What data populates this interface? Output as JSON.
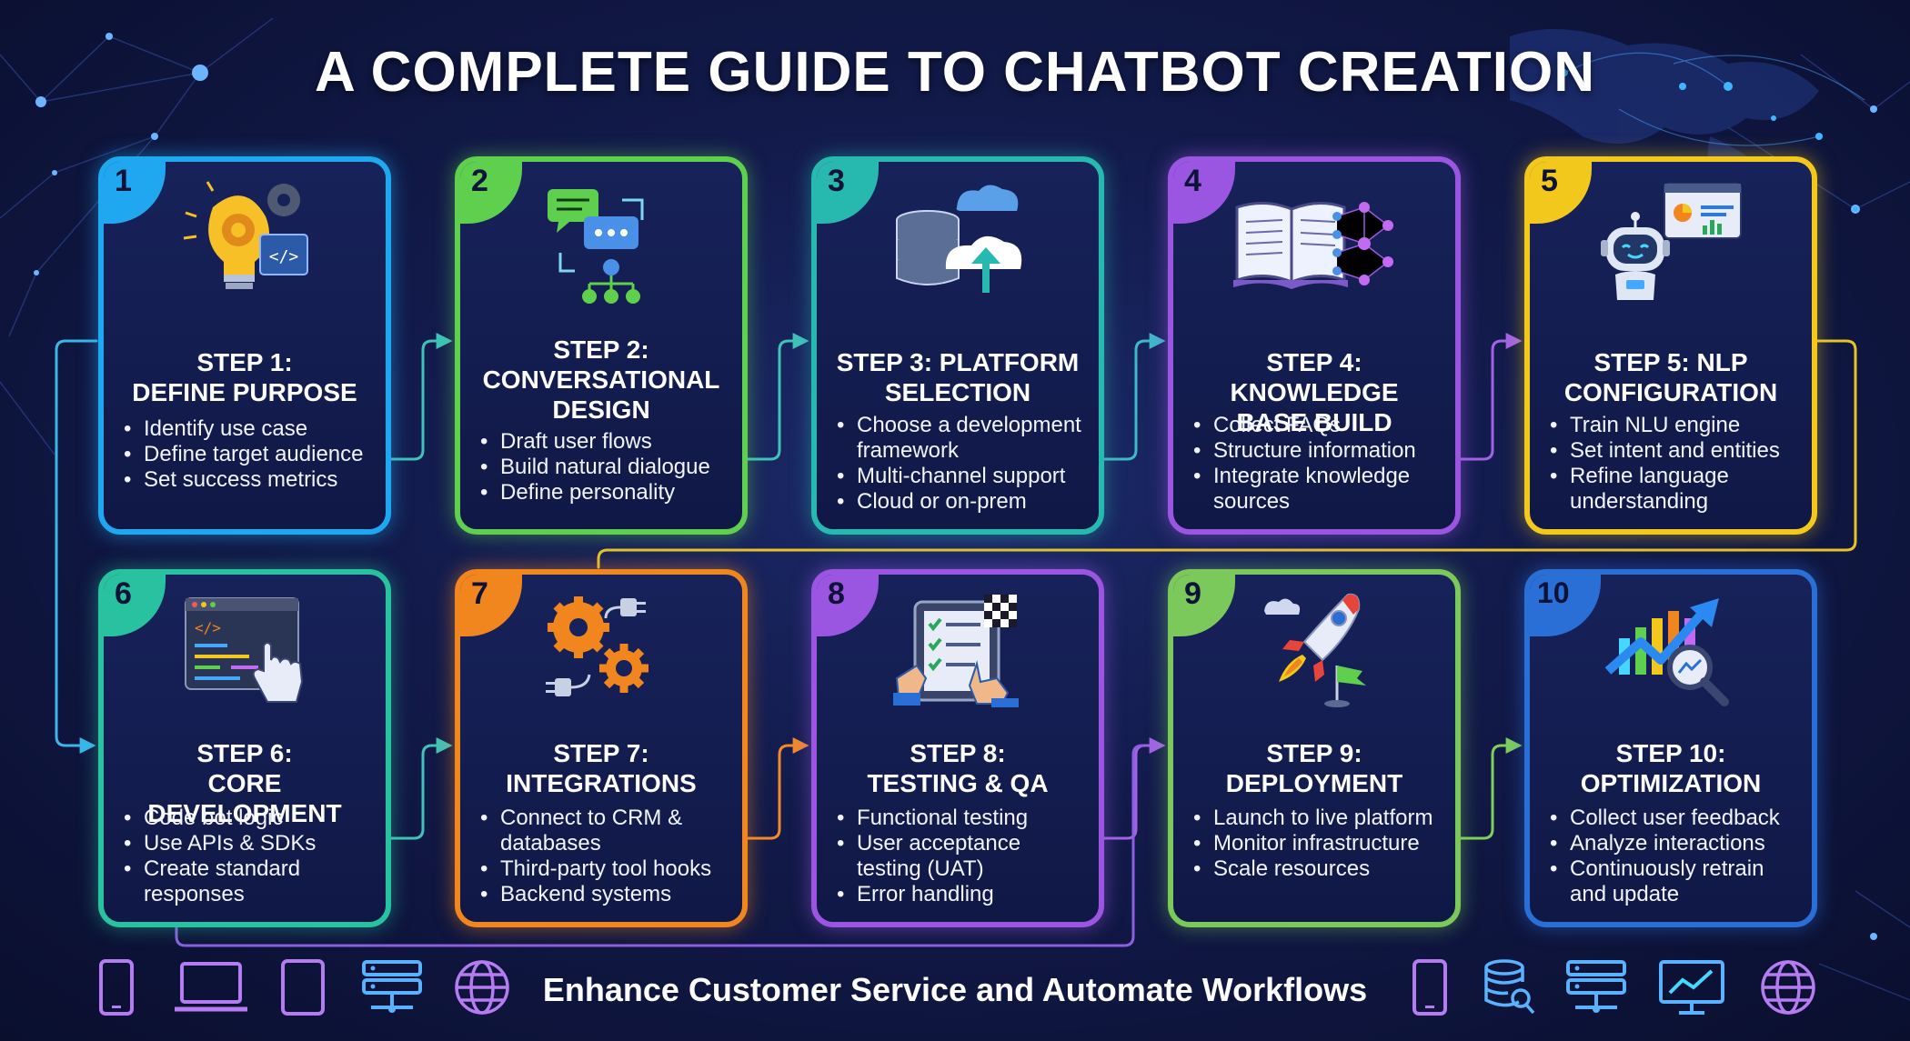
{
  "title": "A COMPLETE GUIDE TO CHATBOT CREATION",
  "footer": "Enhance Customer Service and Automate Workflows",
  "colors": {
    "step1": "#1fa8f0",
    "step2": "#5fcf4e",
    "step3": "#27b8b0",
    "step4": "#9a56e0",
    "step5": "#f2c81c",
    "step6": "#28c2a0",
    "step7": "#f2861e",
    "step8": "#9a56e0",
    "step9": "#7ac95a",
    "step10": "#2a6fd6"
  },
  "steps": [
    {
      "number": "1",
      "title": "STEP 1:\nDEFINE PURPOSE",
      "icon": "lightbulb-gear-code-icon",
      "bullets": [
        "Identify use case",
        "Define target audience",
        "Set success metrics"
      ]
    },
    {
      "number": "2",
      "title": "STEP 2:\nCONVERSATIONAL\nDESIGN",
      "icon": "chat-flow-icon",
      "bullets": [
        "Draft user flows",
        "Build natural dialogue",
        "Define personality"
      ]
    },
    {
      "number": "3",
      "title": "STEP 3: PLATFORM\nSELECTION",
      "icon": "database-cloud-upload-icon",
      "bullets": [
        "Choose a development framework",
        "Multi-channel support",
        "Cloud or on-prem"
      ]
    },
    {
      "number": "4",
      "title": "STEP 4: KNOWLEDGE\nBASE BUILD",
      "icon": "book-neural-network-icon",
      "bullets": [
        "Collect FAQs",
        "Structure information",
        "Integrate knowledge sources"
      ]
    },
    {
      "number": "5",
      "title": "STEP 5: NLP\nCONFIGURATION",
      "icon": "robot-dashboard-icon",
      "bullets": [
        "Train NLU engine",
        "Set intent and entities",
        "Refine language understanding"
      ]
    },
    {
      "number": "6",
      "title": "STEP 6:\nCORE DEVELOPMENT",
      "icon": "code-window-hand-icon",
      "bullets": [
        "Code bot logic",
        "Use APIs & SDKs",
        "Create standard responses"
      ]
    },
    {
      "number": "7",
      "title": "STEP 7:\nINTEGRATIONS",
      "icon": "gears-plugs-icon",
      "bullets": [
        "Connect to CRM & databases",
        "Third-party tool hooks",
        "Backend systems"
      ]
    },
    {
      "number": "8",
      "title": "STEP 8:\nTESTING & QA",
      "icon": "tablet-checklist-icon",
      "bullets": [
        "Functional testing",
        "User acceptance testing (UAT)",
        "Error handling"
      ]
    },
    {
      "number": "9",
      "title": "STEP 9:\nDEPLOYMENT",
      "icon": "rocket-flag-icon",
      "bullets": [
        "Launch to live platform",
        "Monitor infrastructure",
        "Scale resources"
      ]
    },
    {
      "number": "10",
      "title": "STEP 10:\nOPTIMIZATION",
      "icon": "chart-magnifier-icon",
      "bullets": [
        "Collect user feedback",
        "Analyze interactions",
        "Continuously retrain and update"
      ]
    }
  ],
  "footer_icons_left": [
    "smartphone-icon",
    "laptop-icon",
    "tablet-icon",
    "server-icon",
    "globe-icon"
  ],
  "footer_icons_right": [
    "smartphone-icon",
    "database-search-icon",
    "server-icon",
    "monitor-chart-icon",
    "globe-icon"
  ]
}
